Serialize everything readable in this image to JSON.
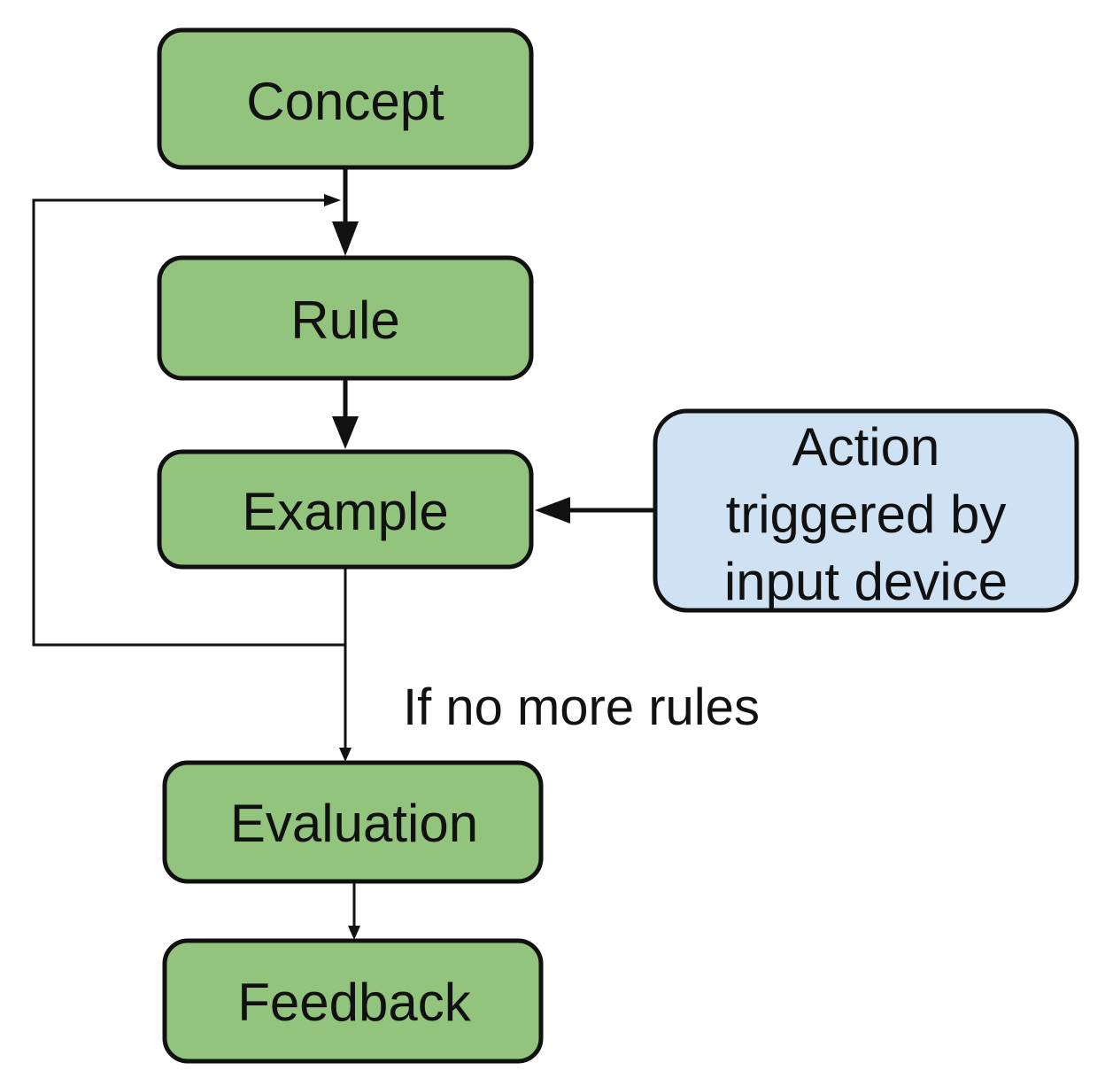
{
  "nodes": {
    "concept": "Concept",
    "rule": "Rule",
    "example": "Example",
    "evaluation": "Evaluation",
    "feedback": "Feedback",
    "action": [
      "Action",
      "triggered by",
      "input device"
    ]
  },
  "edge_labels": {
    "no_more_rules": "If no more rules"
  },
  "colors": {
    "green_node": "#93c47d",
    "blue_node": "#cfe2f3",
    "line": "#111111"
  }
}
